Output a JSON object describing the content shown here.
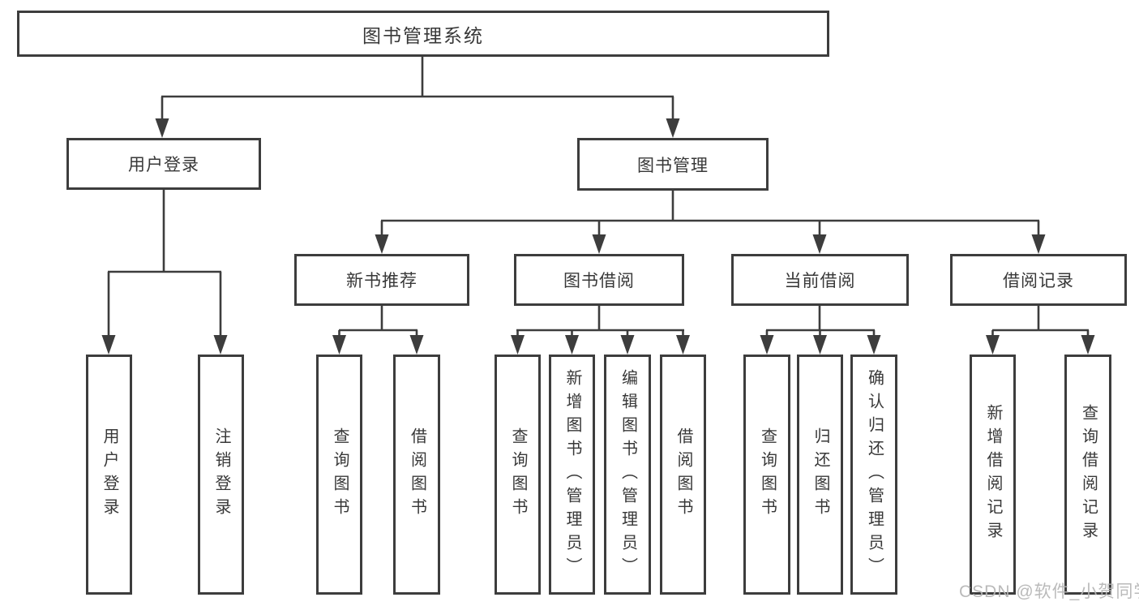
{
  "diagram_type": "tree",
  "hierarchy": {
    "root": "图书管理系统",
    "children": [
      {
        "label": "用户登录",
        "children": [
          "用户登录",
          "注销登录"
        ]
      },
      {
        "label": "图书管理",
        "children": [
          {
            "label": "新书推荐",
            "children": [
              "查询图书",
              "借阅图书"
            ]
          },
          {
            "label": "图书借阅",
            "children": [
              "查询图书",
              "新增图书（管理员）",
              "编辑图书（管理员）",
              "借阅图书"
            ]
          },
          {
            "label": "当前借阅",
            "children": [
              "查询图书",
              "归还图书",
              "确认归还（管理员）"
            ]
          },
          {
            "label": "借阅记录",
            "children": [
              "新增借阅记录",
              "查询借阅记录"
            ]
          }
        ]
      }
    ]
  },
  "watermark": "CSDN @软件_小贺同学",
  "colors": {
    "line": "#3d3d3d",
    "box_border": "#3d3d3d",
    "text": "#383838",
    "watermark": "#b5b5b5",
    "background": "#ffffff"
  }
}
